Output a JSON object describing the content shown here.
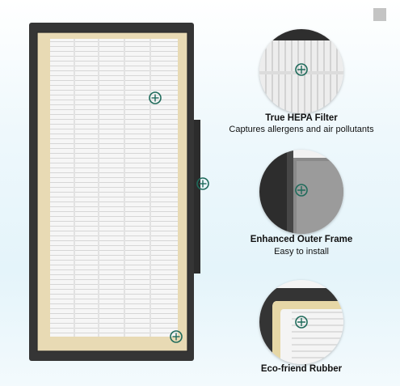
{
  "features": [
    {
      "title": "True HEPA Filter",
      "description": "Captures allergens and air pollutants"
    },
    {
      "title": "Enhanced Outer Frame",
      "description": "Easy to install"
    },
    {
      "title": "Eco-friend Rubber",
      "description": ""
    }
  ],
  "colors": {
    "frame": "#3a3a3a",
    "gasket": "#e9dcb8",
    "media": "#f4f4f4",
    "marker": "#1f6b5b"
  },
  "icons": {
    "marker": "plus-circle-icon",
    "corner": "gray-square-icon"
  }
}
